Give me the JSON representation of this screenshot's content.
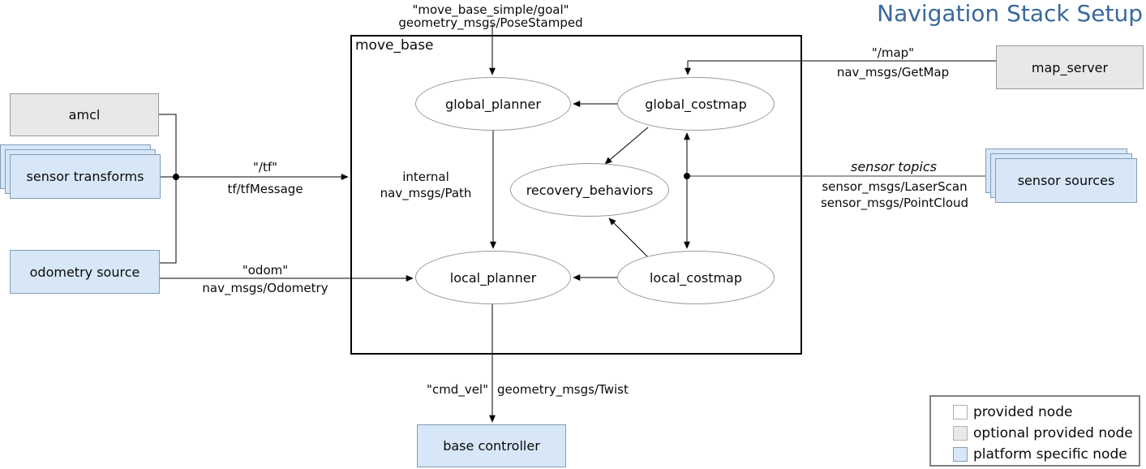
{
  "title": "Navigation Stack Setup",
  "container": {
    "label": "move_base"
  },
  "nodes": {
    "amcl": "amcl",
    "sensor_transforms": "sensor transforms",
    "odometry_source": "odometry source",
    "map_server": "map_server",
    "sensor_sources": "sensor sources",
    "base_controller": "base controller",
    "global_planner": "global_planner",
    "global_costmap": "global_costmap",
    "recovery_behaviors": "recovery_behaviors",
    "local_planner": "local_planner",
    "local_costmap": "local_costmap"
  },
  "edges": {
    "goal": {
      "topic": "\"move_base_simple/goal\"",
      "type": "geometry_msgs/PoseStamped"
    },
    "tf": {
      "topic": "\"/tf\"",
      "type": "tf/tfMessage"
    },
    "odom": {
      "topic": "\"odom\"",
      "type": "nav_msgs/Odometry"
    },
    "map": {
      "topic": "\"/map\"",
      "type": "nav_msgs/GetMap"
    },
    "sensor": {
      "topic": "sensor topics",
      "type1": "sensor_msgs/LaserScan",
      "type2": "sensor_msgs/PointCloud"
    },
    "internal": {
      "topic": "internal",
      "type": "nav_msgs/Path"
    },
    "cmd_vel": {
      "topic": "\"cmd_vel\"",
      "type": "geometry_msgs/Twist"
    }
  },
  "legend": {
    "items": [
      {
        "label": "provided node",
        "fill": "#ffffff",
        "border": "#b0b0b0"
      },
      {
        "label": "optional provided node",
        "fill": "#e8e8e8",
        "border": "#b0b0b0"
      },
      {
        "label": "platform specific node",
        "fill": "#d7e7f7",
        "border": "#7f9db9"
      }
    ]
  },
  "colors": {
    "title_blue": "#38699e",
    "platform_node_fill": "#d7e7f7",
    "platform_node_border": "#7f9db9",
    "optional_node_fill": "#e8e8e8",
    "optional_node_border": "#999999",
    "line": "#000000",
    "ellipse_border": "#9a9a9a"
  }
}
